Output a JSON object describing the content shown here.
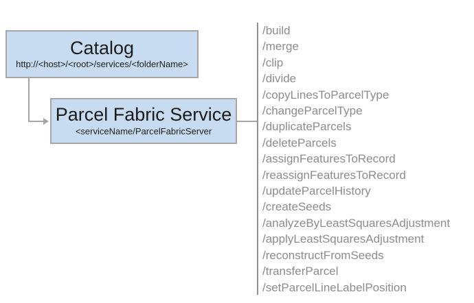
{
  "catalog": {
    "title": "Catalog",
    "subtitle": "http://<host>/<root>/services/<folderName>"
  },
  "service": {
    "title": "Parcel Fabric Service",
    "subtitle": "<serviceName/ParcelFabricServer"
  },
  "endpoints": [
    "/build",
    "/merge",
    "/clip",
    "/divide",
    "/copyLinesToParcelType",
    "/changeParcelType",
    "/duplicateParcels",
    "/deleteParcels",
    "/assignFeaturesToRecord",
    "/reassignFeaturesToRecord",
    "/updateParcelHistory",
    "/createSeeds",
    "/analyzeByLeastSquaresAdjustment",
    "/applyLeastSquaresAdjustment",
    "/reconstructFromSeeds",
    "/transferParcel",
    "/setParcelLineLabelPosition"
  ],
  "colors": {
    "box_fill": "#C7DCF0",
    "box_border": "#A6A6A6",
    "connector": "#A6A6A6",
    "divider": "#919191",
    "endpoint_text": "#8C8C8C",
    "title_text": "#1A1A1A"
  }
}
